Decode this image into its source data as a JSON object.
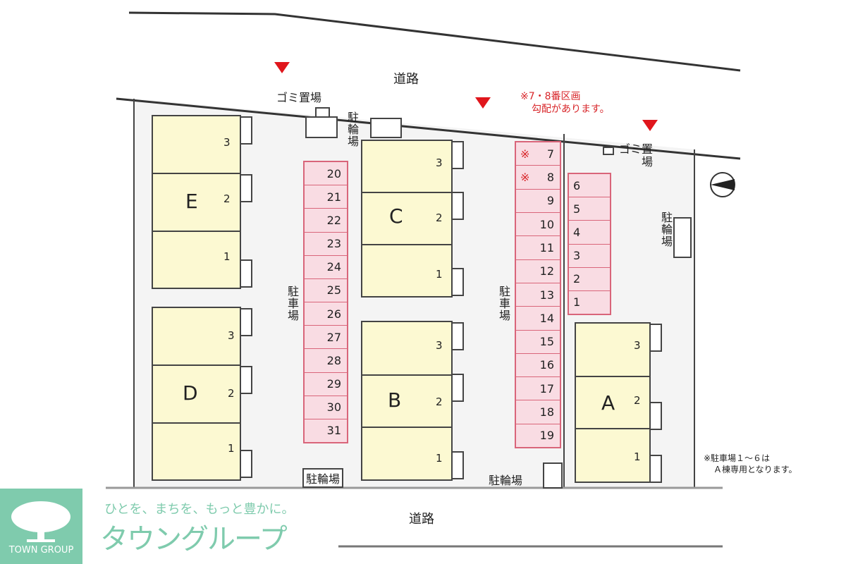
{
  "roads": {
    "top": "道路",
    "bottom": "道路"
  },
  "buildings": [
    {
      "id": "E",
      "units": [
        "3",
        "2",
        "1"
      ]
    },
    {
      "id": "D",
      "units": [
        "3",
        "2",
        "1"
      ]
    },
    {
      "id": "C",
      "units": [
        "3",
        "2",
        "1"
      ]
    },
    {
      "id": "B",
      "units": [
        "3",
        "2",
        "1"
      ]
    },
    {
      "id": "A",
      "units": [
        "3",
        "2",
        "1"
      ]
    }
  ],
  "parking": {
    "label": "駐車場",
    "left_column": [
      "20",
      "21",
      "22",
      "23",
      "24",
      "25",
      "26",
      "27",
      "28",
      "29",
      "30",
      "31"
    ],
    "middle_column": [
      "※ 7",
      "※ 8",
      "9",
      "10",
      "11",
      "12",
      "13",
      "14",
      "15",
      "16",
      "17",
      "18",
      "19"
    ],
    "right_column": [
      "6",
      "5",
      "4",
      "3",
      "2",
      "1"
    ]
  },
  "facilities": {
    "garbage": "ゴミ置場",
    "bicycle": "駐輪場"
  },
  "notes": {
    "slope": [
      "※7・8番区画",
      "勾配があります。"
    ],
    "reserved": [
      "※駐車場１～６は",
      "Ａ棟専用となります。"
    ]
  },
  "colors": {
    "parking_fill": "#f9dce3",
    "parking_border": "#d9657a",
    "building_fill": "#fcf9d2",
    "entrance_marker": "#e0161c",
    "brand": "#7fcbad"
  },
  "icons": [
    "entrance-triangle-icon",
    "north-arrow-icon",
    "tree-logo-icon"
  ],
  "brand": {
    "slogan": "ひとを、まちを、もっと豊かに。",
    "name_ja": "タウングループ",
    "name_en": "TOWN GROUP"
  }
}
